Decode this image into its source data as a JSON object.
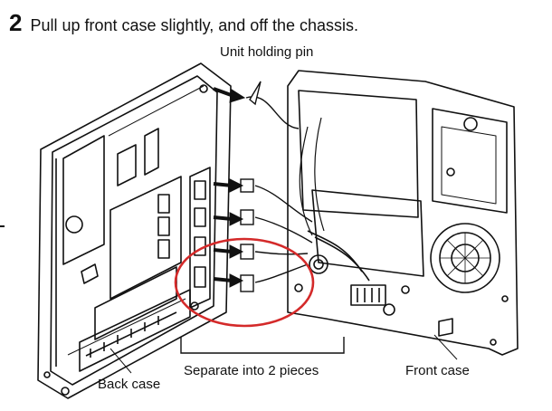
{
  "step": {
    "number": "2",
    "instruction": "Pull up front case slightly, and off the chassis."
  },
  "labels": {
    "unit_holding_pin": "Unit holding pin",
    "separate": "Separate into 2 pieces",
    "front_case": "Front case",
    "back_case": "Back case"
  },
  "colors": {
    "line": "#111111",
    "highlight_circle": "#d42a2a",
    "background": "#ffffff"
  }
}
